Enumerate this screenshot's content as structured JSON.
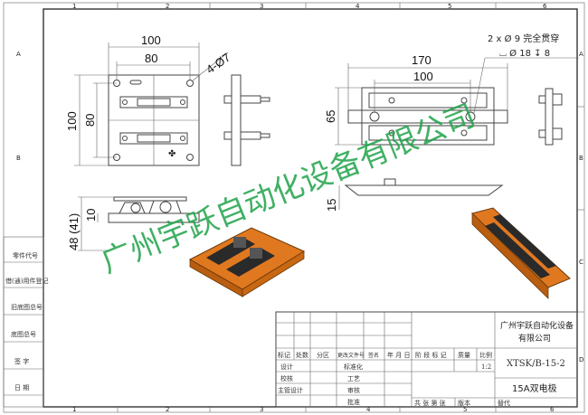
{
  "frame": {
    "zones_top": [
      "1",
      "2",
      "3",
      "4",
      "5",
      "6"
    ],
    "zones_side": [
      "A",
      "B",
      "C",
      "D"
    ],
    "left_column": [
      "零件代号",
      "借(通)用件登记",
      "旧底图总号",
      "底图总号",
      "签  字",
      "日  期"
    ]
  },
  "views": {
    "front": {
      "width_outer": "100",
      "width_inner": "80",
      "height_outer": "100",
      "height_inner": "80",
      "holes": "4-Ø7"
    },
    "top": {
      "length_outer": "170",
      "length_inner": "100",
      "height": "65",
      "thickness": "15",
      "hole_note_line1": "2 x Ø 9 完全贯穿",
      "hole_note_line2": "⌴ Ø 18 ↧ 8"
    },
    "side": {
      "height_total": "48 (41)",
      "base": "10"
    }
  },
  "watermark": "广州宇跃自动化设备有限公司",
  "title_block": {
    "company": [
      "广州宇跃自动化设备",
      "有限公司"
    ],
    "drawing_no": "XTSK/B-15-2",
    "part_name": "15A双电极",
    "scale": "1:2",
    "headers": [
      "标记",
      "处数",
      "分区",
      "更改文件号",
      "签名",
      "年 月 日"
    ],
    "stage_headers": [
      "阶 段 标 记",
      "质量",
      "比例"
    ],
    "roles": [
      "设计",
      "校核",
      "主管设计"
    ],
    "roles2": [
      "标准化",
      "工艺",
      "审核",
      "批准"
    ],
    "footer": [
      "共 张 第 张",
      "版本",
      "替代"
    ]
  },
  "colors": {
    "watermark": "#1fa34a",
    "part": "#e07820"
  }
}
